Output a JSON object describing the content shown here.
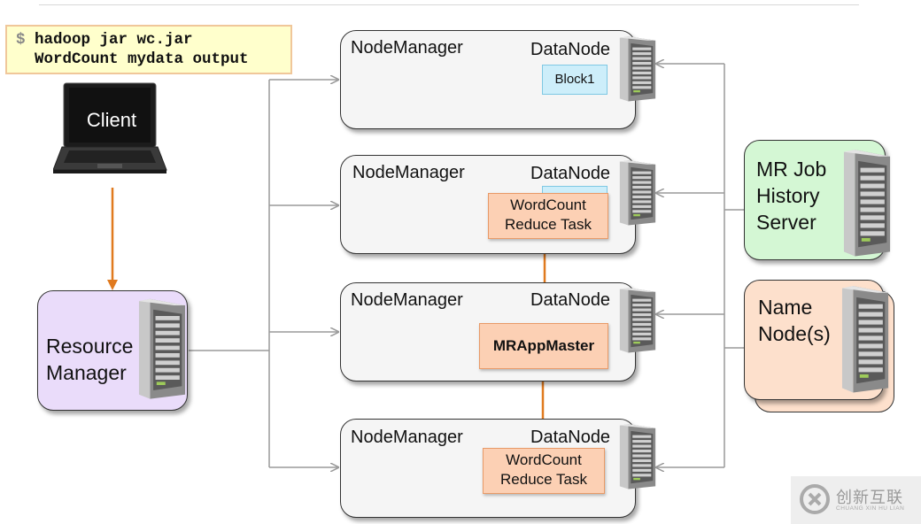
{
  "command": {
    "prompt": "$",
    "line1": "hadoop jar wc.jar",
    "line2": "WordCount mydata output"
  },
  "client": {
    "label": "Client"
  },
  "resource_manager": {
    "line1": "Resource",
    "line2": "Manager"
  },
  "node_managers": [
    {
      "label": "NodeManager",
      "datanode": "DataNode",
      "block": "Block1"
    },
    {
      "label": "NodeManager",
      "datanode": "DataNode",
      "task_line1": "WordCount",
      "task_line2": "Reduce Task"
    },
    {
      "label": "NodeManager",
      "datanode": "DataNode",
      "app_master": "MRAppMaster"
    },
    {
      "label": "NodeManager",
      "datanode": "DataNode",
      "task_line1": "WordCount",
      "task_line2": "Reduce Task"
    }
  ],
  "job_history_server": {
    "line1": "MR Job",
    "line2": "History",
    "line3": "Server"
  },
  "name_node": {
    "line1": "Name",
    "line2": "Node(s)"
  },
  "watermark": {
    "cn": "创新互联",
    "en": "CHUANG XIN HU LIAN"
  },
  "colors": {
    "arrow_gray": "#9a9a9a",
    "arrow_orange": "#e07a1f",
    "command_bg": "#ffffcc",
    "resource_manager_bg": "#eadcfa",
    "history_server_bg": "#d4f7d4",
    "name_node_bg": "#fde0cc",
    "block_bg": "#cdeefa",
    "task_bg": "#fcd0b4"
  }
}
